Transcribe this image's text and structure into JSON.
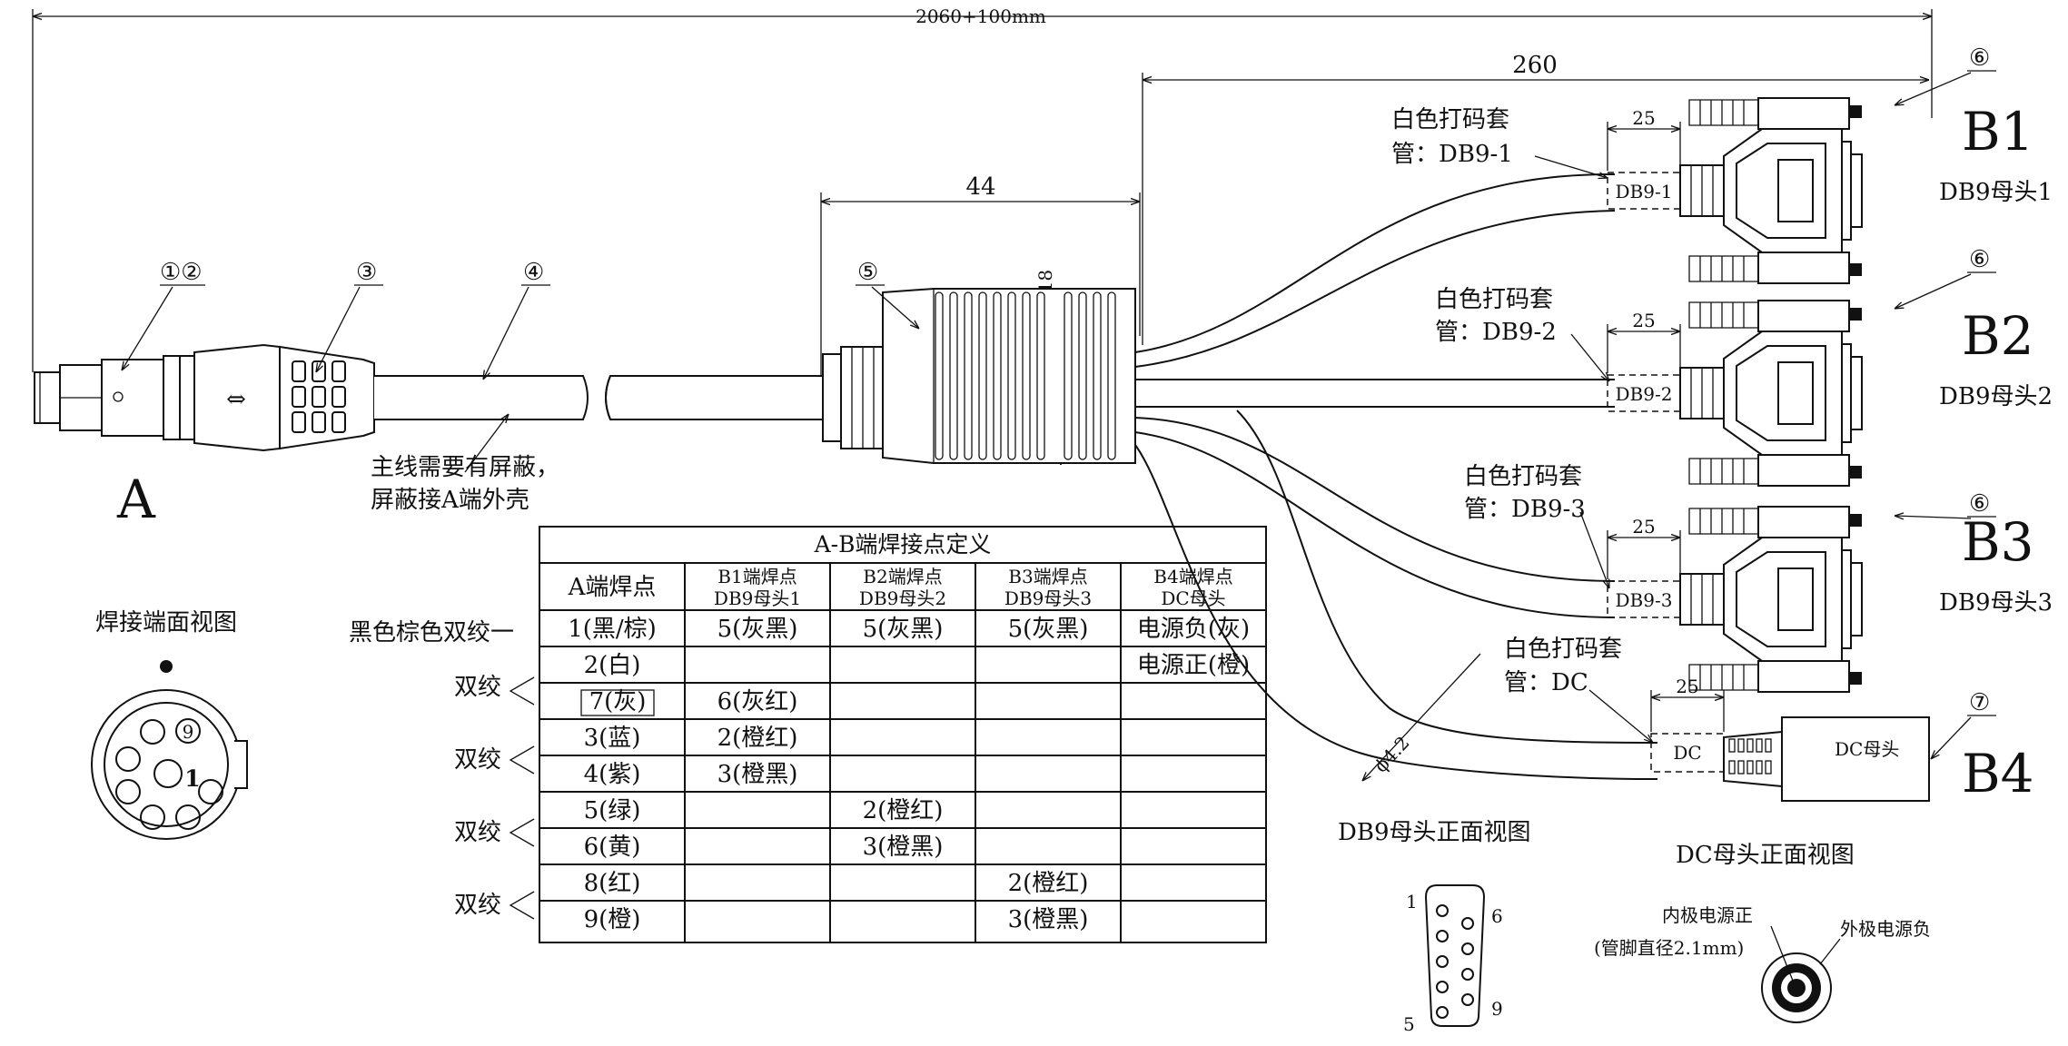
{
  "dimensions": {
    "total": "2060+100mm",
    "branch": "260",
    "splitter": "44",
    "diameter_main": "ϕ18",
    "diameter_branch": "ϕ4.2",
    "sleeve": "25"
  },
  "callouts": {
    "c12": "①②",
    "c3": "③",
    "c4": "④",
    "c5": "⑤",
    "c6": "⑥",
    "c7": "⑦"
  },
  "connector_a": {
    "label": "A",
    "arrow": "⇔"
  },
  "notes": {
    "shield_line1": "主线需要有屏蔽，",
    "shield_line2": "屏蔽接A端外壳",
    "solder_view": "焊接端面视图",
    "pin_9": "9",
    "pin_1": "1"
  },
  "branches": [
    {
      "id": "B1",
      "type": "DB9母头1",
      "sleeve_l1": "白色打码套",
      "sleeve_l2": "管：DB9-1",
      "mark": "DB9-1"
    },
    {
      "id": "B2",
      "type": "DB9母头2",
      "sleeve_l1": "白色打码套",
      "sleeve_l2": "管：DB9-2",
      "mark": "DB9-2"
    },
    {
      "id": "B3",
      "type": "DB9母头3",
      "sleeve_l1": "白色打码套",
      "sleeve_l2": "管：DB9-3",
      "mark": "DB9-3"
    },
    {
      "id": "B4",
      "type": "DC母头",
      "sleeve_l1": "白色打码套",
      "sleeve_l2": "管：DC",
      "mark": "DC"
    }
  ],
  "table": {
    "title": "A-B端焊接点定义",
    "headers": [
      [
        "A端焊点",
        ""
      ],
      [
        "B1端焊点",
        "DB9母头1"
      ],
      [
        "B2端焊点",
        "DB9母头2"
      ],
      [
        "B3端焊点",
        "DB9母头3"
      ],
      [
        "B4端焊点",
        "DC母头"
      ]
    ],
    "rows": [
      [
        "1(黑/棕)",
        "5(灰黑)",
        "5(灰黑)",
        "5(灰黑)",
        "电源负(灰)"
      ],
      [
        "2(白)",
        "",
        "",
        "",
        "电源正(橙)"
      ],
      [
        "7(灰)",
        "6(灰红)",
        "",
        "",
        ""
      ],
      [
        "3(蓝)",
        "2(橙红)",
        "",
        "",
        ""
      ],
      [
        "4(紫)",
        "3(橙黑)",
        "",
        "",
        ""
      ],
      [
        "5(绿)",
        "",
        "2(橙红)",
        "",
        ""
      ],
      [
        "6(黄)",
        "",
        "3(橙黑)",
        "",
        ""
      ],
      [
        "8(红)",
        "",
        "",
        "2(橙红)",
        ""
      ],
      [
        "9(橙)",
        "",
        "",
        "3(橙黑)",
        ""
      ]
    ],
    "side_black_brown": "黑色棕色双绞一",
    "side_twisted": "双绞"
  },
  "db9_view": {
    "title": "DB9母头正面视图",
    "pin1": "1",
    "pin5": "5",
    "pin6": "6",
    "pin9": "9"
  },
  "dc_view": {
    "title": "DC母头正面视图",
    "inner": "内极电源正",
    "inner_note": "(管脚直径2.1mm)",
    "outer": "外极电源负"
  }
}
